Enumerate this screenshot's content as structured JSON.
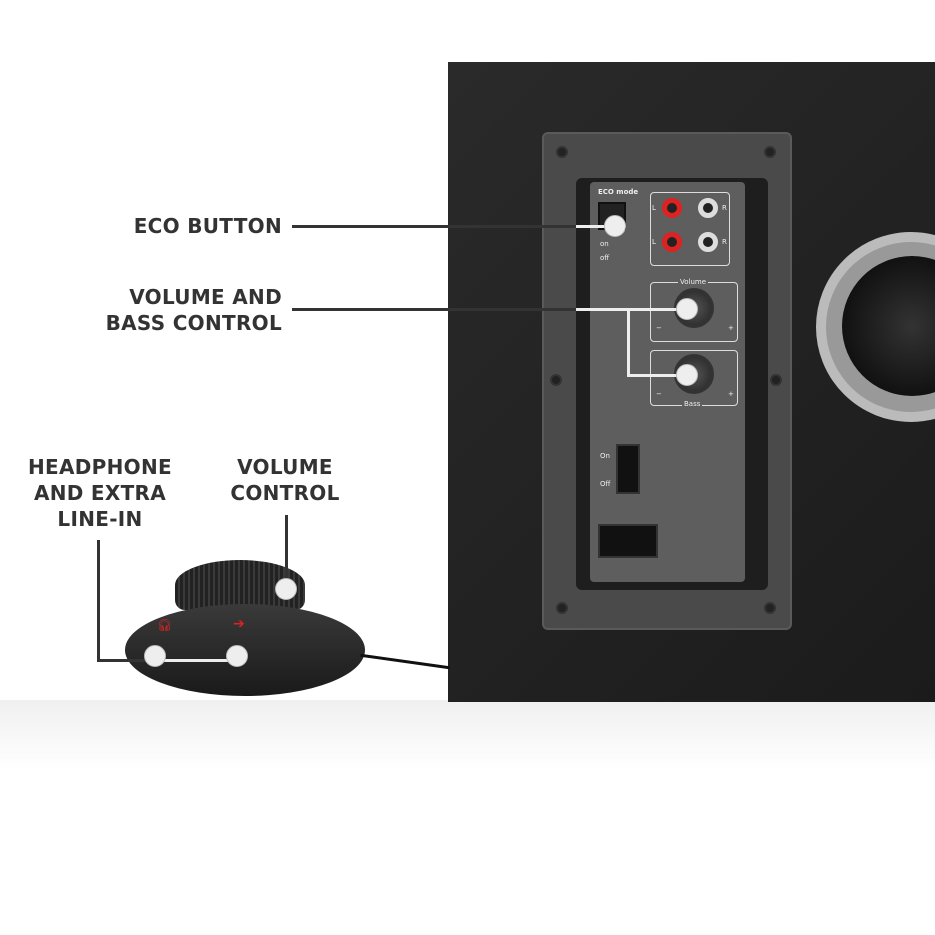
{
  "callouts": {
    "eco_button": "ECO BUTTON",
    "volume_bass_line1": "VOLUME AND",
    "volume_bass_line2": "BASS CONTROL",
    "headphone_line1": "HEADPHONE",
    "headphone_line2": "AND EXTRA",
    "headphone_line3": "LINE-IN",
    "volume_control_line1": "VOLUME",
    "volume_control_line2": "CONTROL"
  },
  "panel": {
    "eco_mode": "ECO mode",
    "eco_on": "on",
    "eco_off": "off",
    "rca_left": "L",
    "rca_right": "R",
    "volume": "Volume",
    "bass": "Bass",
    "minus": "−",
    "plus": "+",
    "power_on": "On",
    "power_off": "Off"
  }
}
